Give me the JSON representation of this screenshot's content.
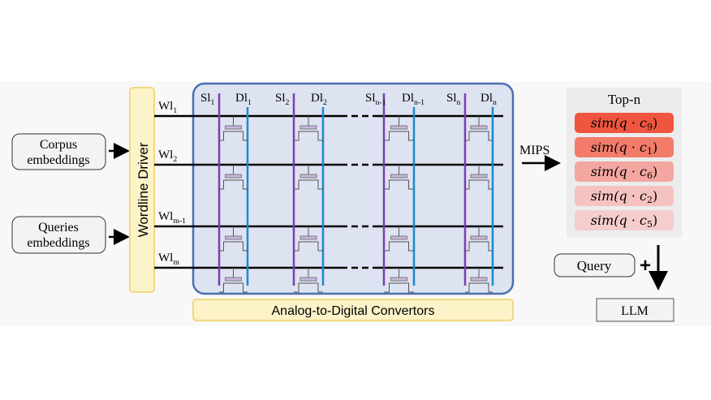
{
  "inputs": {
    "corpus": [
      "Corpus",
      "embeddings"
    ],
    "queries": [
      "Queries",
      "embeddings"
    ]
  },
  "driver_label": "Wordline Driver",
  "adc_label": "Analog-to-Digital Convertors",
  "wordlines": [
    {
      "base": "Wl",
      "sub": "1"
    },
    {
      "base": "Wl",
      "sub": "2"
    },
    {
      "base": "Wl",
      "sub": "m-1"
    },
    {
      "base": "Wl",
      "sub": "m"
    }
  ],
  "columns": [
    {
      "sl": {
        "base": "Sl",
        "sub": "1"
      },
      "dl": {
        "base": "Dl",
        "sub": "1"
      }
    },
    {
      "sl": {
        "base": "Sl",
        "sub": "2"
      },
      "dl": {
        "base": "Dl",
        "sub": "2"
      }
    },
    {
      "sl": {
        "base": "Sl",
        "sub": "n-1"
      },
      "dl": {
        "base": "Dl",
        "sub": "n-1"
      }
    },
    {
      "sl": {
        "base": "Sl",
        "sub": "n"
      },
      "dl": {
        "base": "Dl",
        "sub": "n"
      }
    }
  ],
  "mips_label": "MIPS",
  "topn": {
    "title": "Top-n",
    "items": [
      {
        "text": "sim(q · c",
        "sub": "9",
        "close": ")",
        "color": "#f0553f"
      },
      {
        "text": "sim(q · c",
        "sub": "1",
        "close": ")",
        "color": "#f27b69"
      },
      {
        "text": "sim(q · c",
        "sub": "6",
        "close": ")",
        "color": "#f4a6a0"
      },
      {
        "text": "sim(q · c",
        "sub": "2",
        "close": ")",
        "color": "#f6c2bf"
      },
      {
        "text": "sim(q · c",
        "sub": "5",
        "close": ")",
        "color": "#f5cdcc"
      }
    ]
  },
  "query_label": "Query",
  "plus": "+",
  "llm_label": "LLM",
  "colors": {
    "sl": "#7b3fb0",
    "dl": "#1b8ad0",
    "array_fill": "#dde3f0",
    "array_border": "#4a6fb5",
    "yellow_fill": "#fdf3c8",
    "yellow_border": "#f3d77c"
  }
}
